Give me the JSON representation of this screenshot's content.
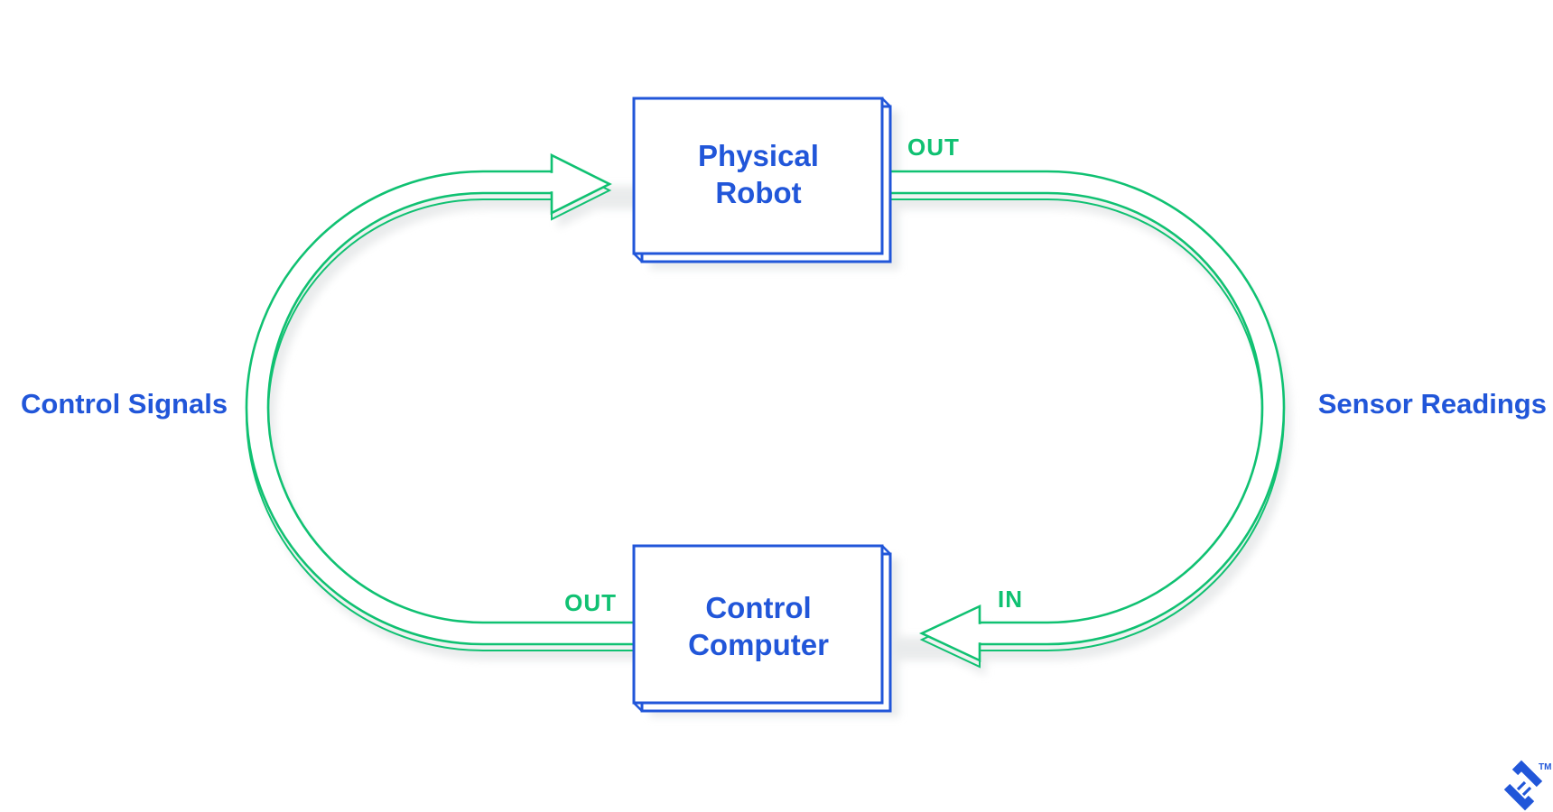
{
  "boxes": {
    "physical_robot": {
      "line1": "Physical",
      "line2": "Robot"
    },
    "control_computer": {
      "line1": "Control",
      "line2": "Computer"
    }
  },
  "labels": {
    "control_signals": "Control Signals",
    "sensor_readings": "Sensor Readings",
    "robot_out": "OUT",
    "computer_in": "IN",
    "computer_out": "OUT"
  },
  "logo": {
    "name": "toptal-logo",
    "trademark": "TM"
  },
  "colors": {
    "blue": "#2156D9",
    "green": "#10C172",
    "under": "#F0F2F1",
    "shadow": "#E6E8E9",
    "bg": "#FFFFFF"
  }
}
